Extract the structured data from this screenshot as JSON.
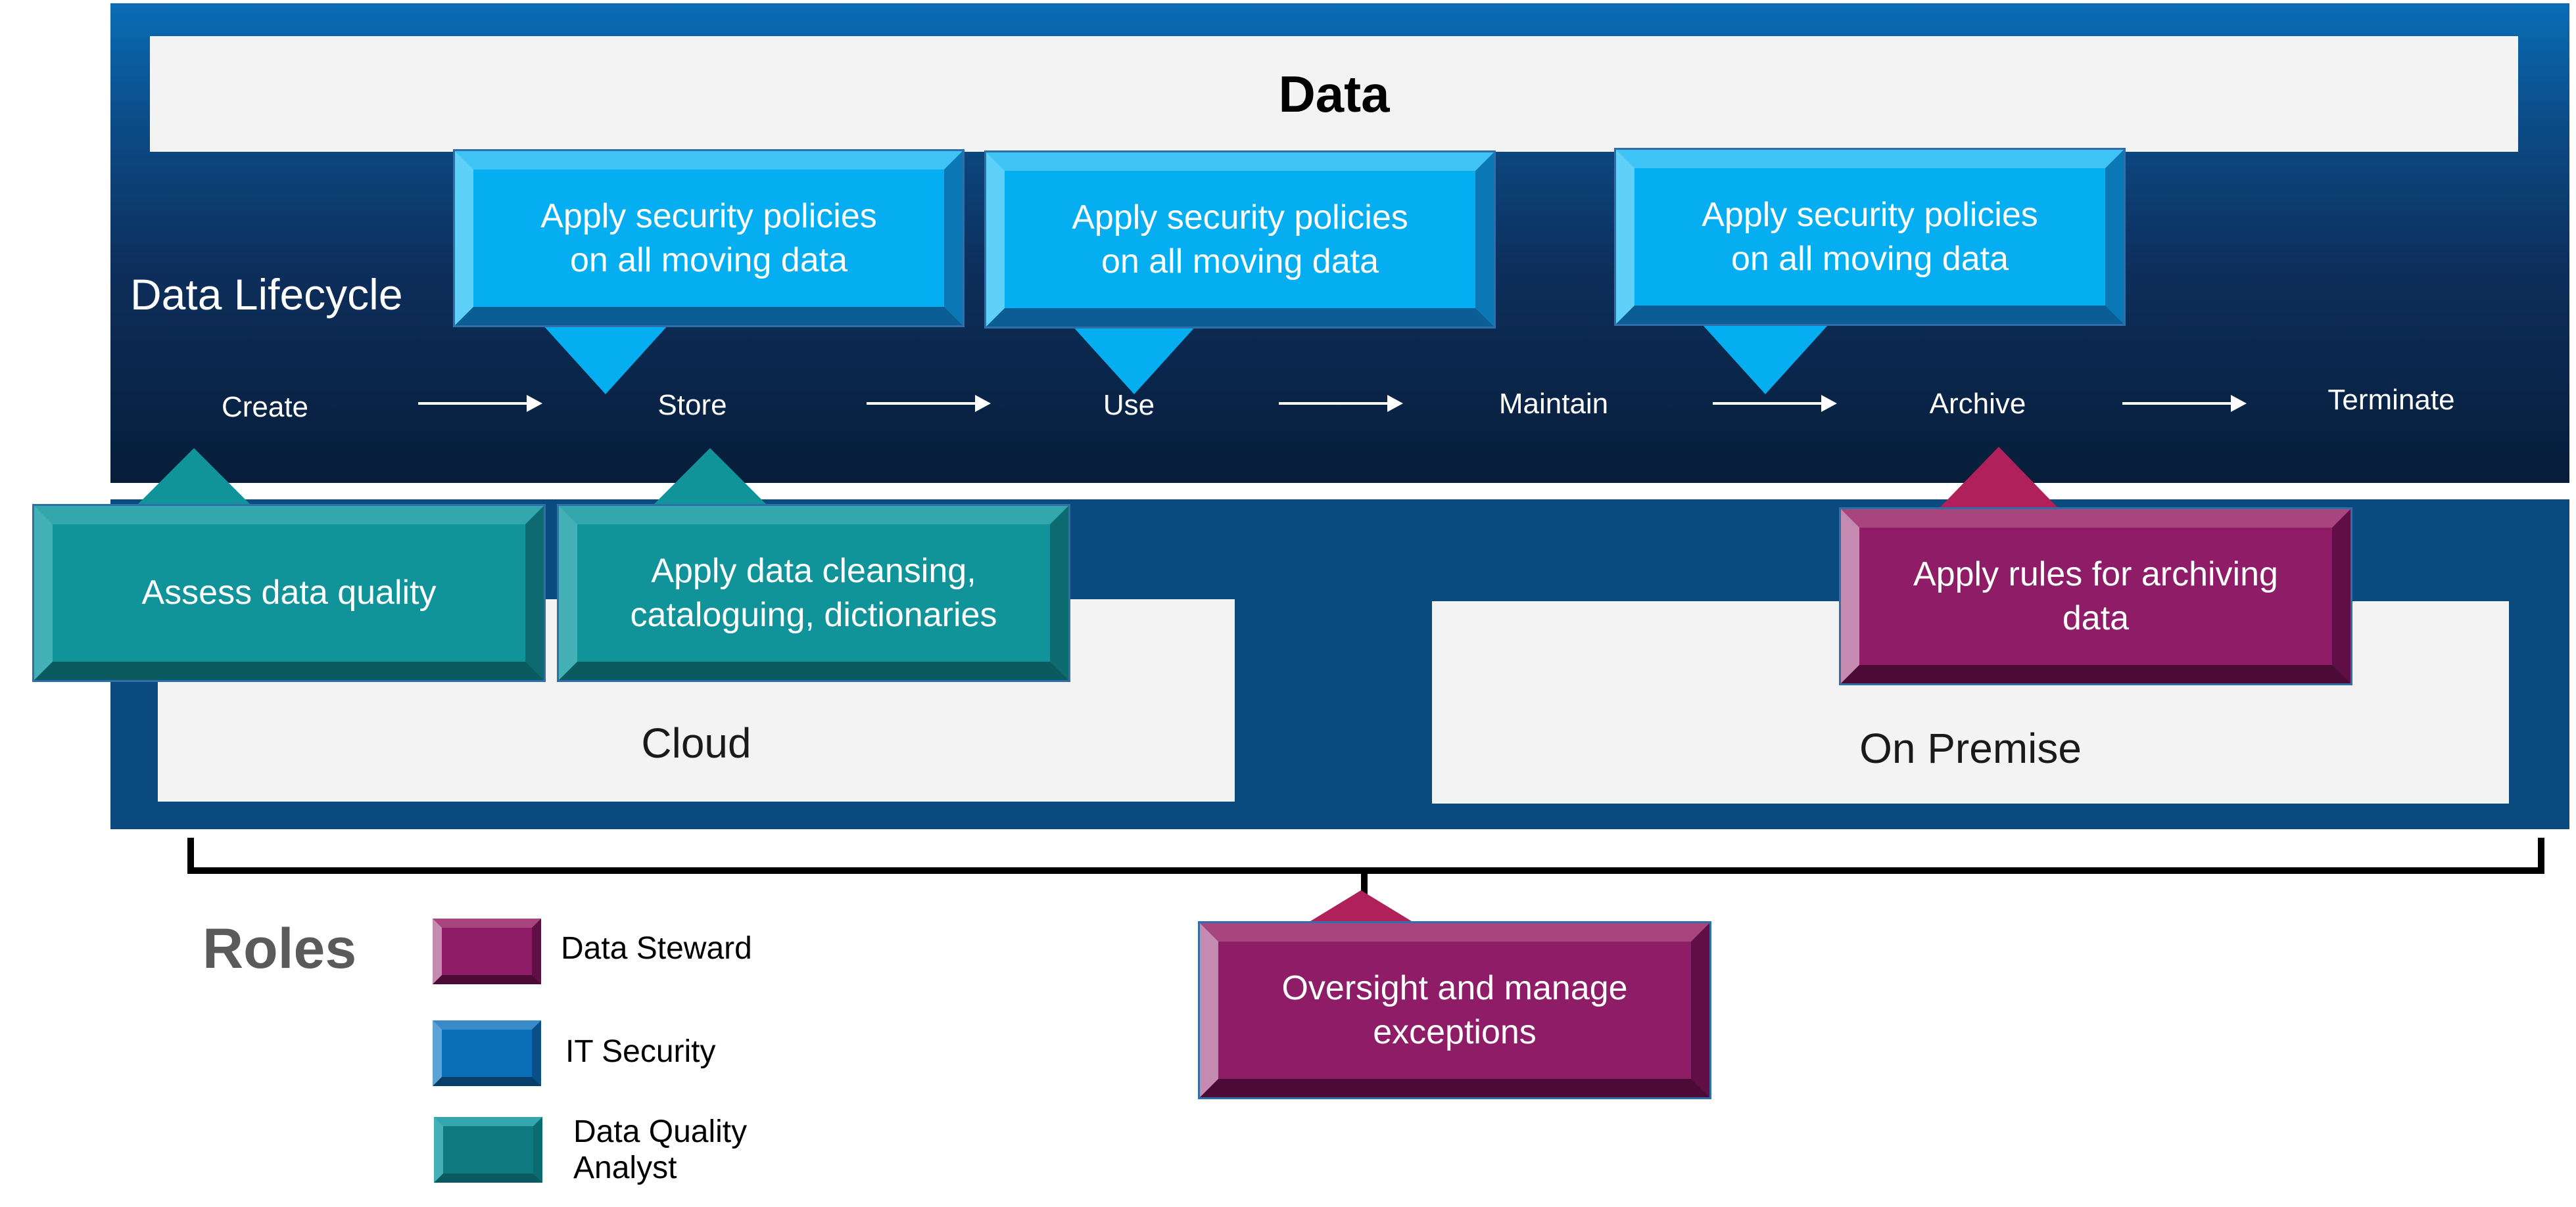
{
  "header": {
    "title": "Data"
  },
  "lifecycle": {
    "label": "Data Lifecycle",
    "stages": [
      "Create",
      "Store",
      "Use",
      "Maintain",
      "Archive",
      "Terminate"
    ]
  },
  "callouts": {
    "security_1": "Apply security policies\non all moving data",
    "security_2": "Apply security policies\non all moving data",
    "security_3": "Apply security policies\non all moving data",
    "quality": "Assess data quality",
    "cleansing": "Apply data cleansing,\ncataloguing, dictionaries",
    "archiving": "Apply rules for archiving\ndata",
    "oversight": "Oversight and manage\nexceptions"
  },
  "environments": {
    "cloud": "Cloud",
    "on_premise": "On Premise"
  },
  "roles": {
    "title": "Roles",
    "items": [
      {
        "label": "Data Steward",
        "color": "#8e1c66"
      },
      {
        "label": "IT Security",
        "color": "#0b6fb8"
      },
      {
        "label": "Data Quality\nAnalyst",
        "color": "#0e7a80"
      }
    ]
  },
  "colors": {
    "it_security": "#05aef0",
    "data_quality": "#11939a",
    "data_steward": "#8e1c66",
    "panel_dark": "#0b4a7e"
  }
}
